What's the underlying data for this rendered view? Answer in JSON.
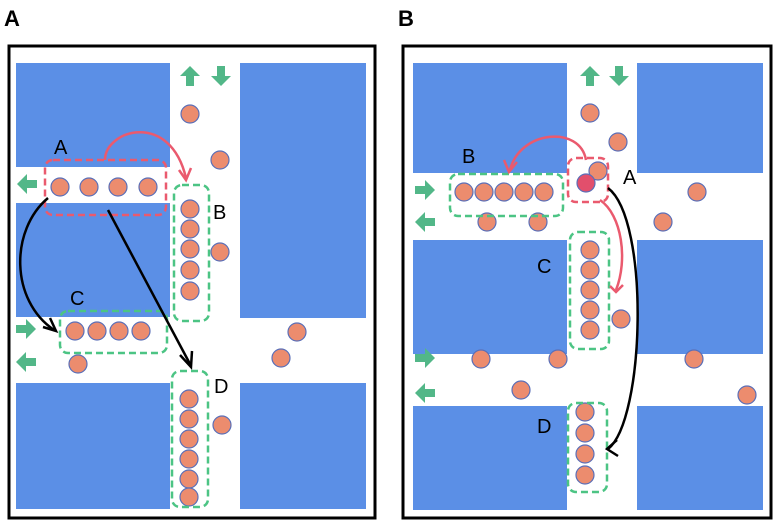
{
  "colors": {
    "block": "#5b8fe6",
    "dot_fill": "#ec8c6e",
    "dot_stroke": "#5a6fb8",
    "arrow_green": "#52b788",
    "dash_green": "#4cc484",
    "dash_red": "#ea5a6e",
    "arrow_red": "#ea5a6e",
    "arrow_black": "#000000",
    "frame": "#000000"
  },
  "panels": [
    {
      "id": "A",
      "panel_label": "A",
      "groups": [
        {
          "label": "A",
          "kind": "red"
        },
        {
          "label": "B",
          "kind": "green"
        },
        {
          "label": "C",
          "kind": "green"
        },
        {
          "label": "D",
          "kind": "green"
        }
      ]
    },
    {
      "id": "B",
      "panel_label": "B",
      "groups": [
        {
          "label": "B",
          "kind": "green"
        },
        {
          "label": "A",
          "kind": "red"
        },
        {
          "label": "C",
          "kind": "green"
        },
        {
          "label": "D",
          "kind": "green"
        }
      ]
    }
  ]
}
